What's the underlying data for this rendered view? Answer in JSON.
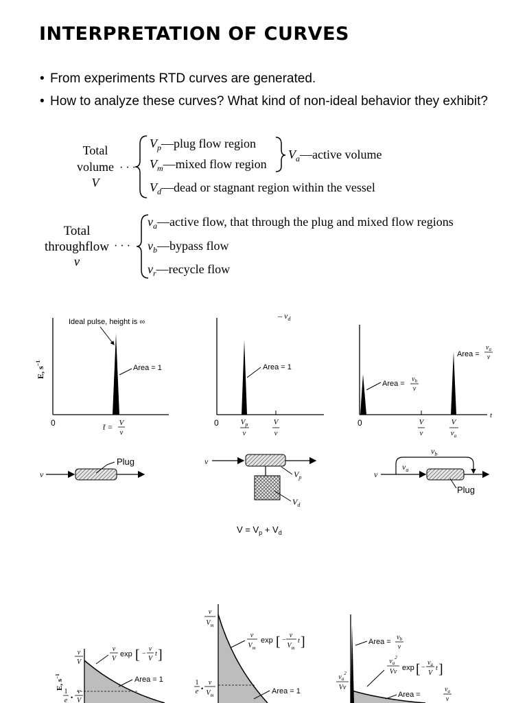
{
  "title": "INTERPRETATION OF CURVES",
  "bullets": [
    "From experiments RTD curves are generated.",
    "How to analyze these curves? What kind of non-ideal behavior they exhibit?"
  ],
  "volume_block": {
    "label_lines": [
      "Total",
      "volume",
      "V"
    ],
    "dots": "· · ·",
    "items": [
      {
        "sym": "V",
        "sub": "p",
        "text": "—plug flow region"
      },
      {
        "sym": "V",
        "sub": "m",
        "text": "—mixed flow region"
      },
      {
        "sym": "V",
        "sub": "d",
        "text": "—dead or stagnant region within the vessel"
      }
    ],
    "active": {
      "sym": "V",
      "sub": "a",
      "text": "—active volume"
    }
  },
  "flow_block": {
    "label_lines": [
      "Total",
      "throughflow",
      "v"
    ],
    "dots": "· · ·",
    "items": [
      {
        "sym": "v",
        "sub": "a",
        "text": "—active flow, that through the plug and mixed flow regions"
      },
      {
        "sym": "v",
        "sub": "b",
        "text": "—bypass flow"
      },
      {
        "sym": "v",
        "sub": "r",
        "text": "—recycle flow"
      }
    ]
  },
  "figures": {
    "y_axis_label": "E, s",
    "y_axis_exp": "−1",
    "origin": "0",
    "ideal_pulse": "Ideal pulse, height is ∞",
    "area_1": "Area = 1",
    "area_eq": "Area =",
    "plug": "Plug",
    "v": "v",
    "V": "V",
    "t": "t",
    "t_bar": "t̄ =",
    "Vp": "V",
    "Vp_sub": "p",
    "Vd": "V",
    "Vd_sub": "d",
    "va": "v",
    "va_sub": "a",
    "vb": "v",
    "vb_sub": "b",
    "Vm": "V",
    "Vm_sub": "m",
    "exp": "exp",
    "e": "e",
    "one": "1",
    "bullet_dot": "•",
    "caption_main": "V = V",
    "caption_p": "p",
    "caption_plus": " + V",
    "caption_d": "d",
    "top_fragment": "– v",
    "top_fragment_sub": "d"
  },
  "colors": {
    "ink": "#000000",
    "hatch": "#9a9a9a",
    "fill_gray": "#bdbdbd"
  }
}
